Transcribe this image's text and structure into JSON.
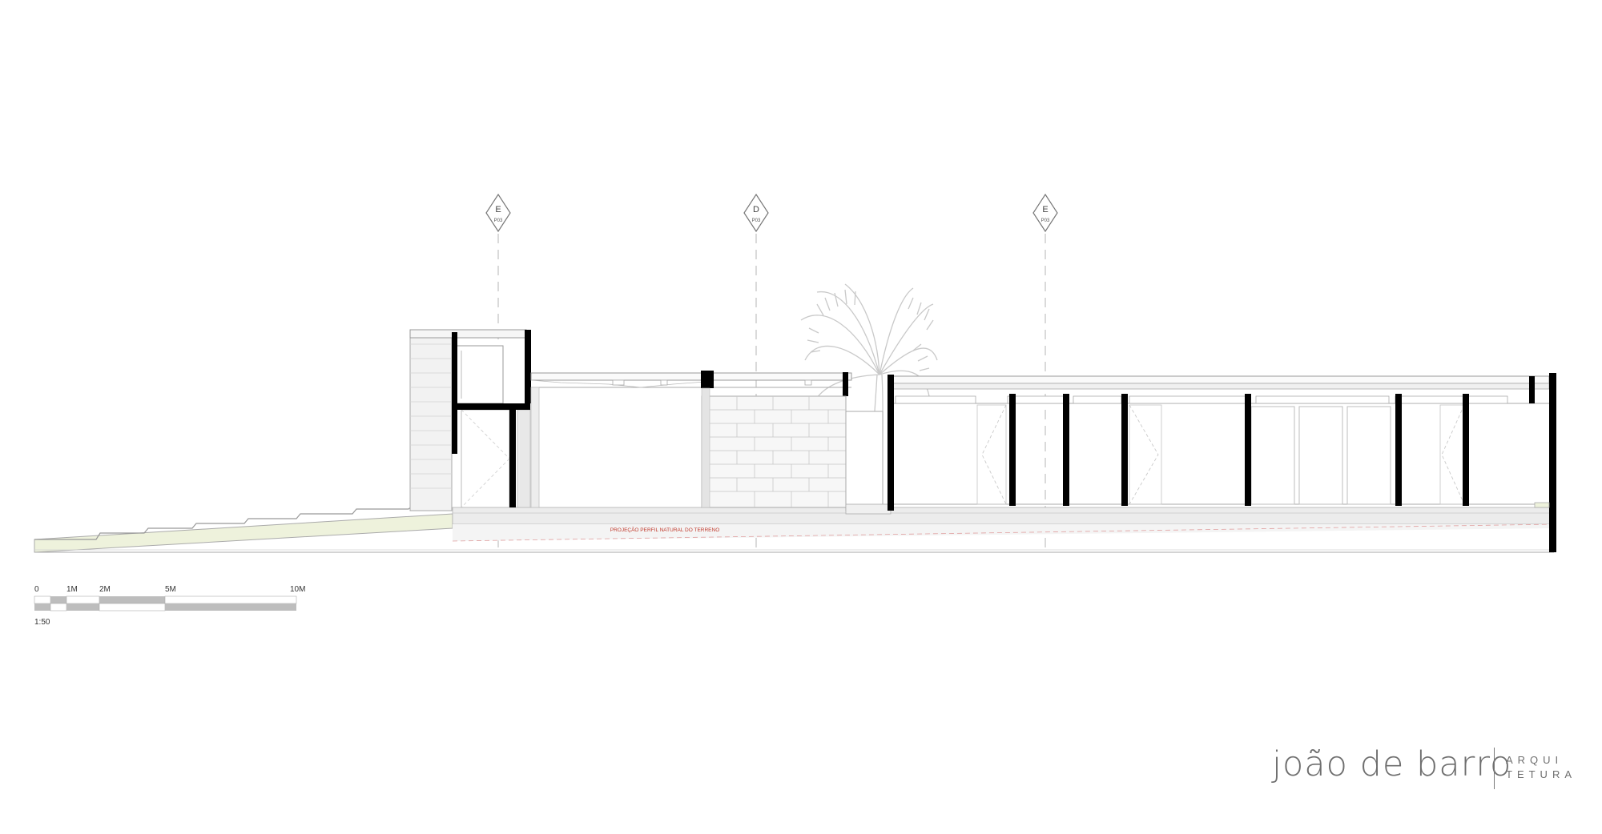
{
  "markers": [
    {
      "letter": "E",
      "sheet": "P03"
    },
    {
      "letter": "D",
      "sheet": "P03"
    },
    {
      "letter": "E",
      "sheet": "P03"
    }
  ],
  "terrain_label": "PROJEÇÃO PERFIL NATURAL DO TERRENO",
  "scale_bar": {
    "ticks": [
      "0",
      "1M",
      "2M",
      "5M",
      "10M"
    ],
    "ratio": "1:50"
  },
  "brand": {
    "name": "joão de barro",
    "line1": "ARQUI",
    "line2": "TETURA"
  },
  "colors": {
    "wall": "#000000",
    "line": "#9a9a9a",
    "fill_light": "#e8e8e8",
    "terrain_fill": "#eef2dc",
    "terrain_label": "#c0392b",
    "scale_gray": "#bdbdbd"
  }
}
